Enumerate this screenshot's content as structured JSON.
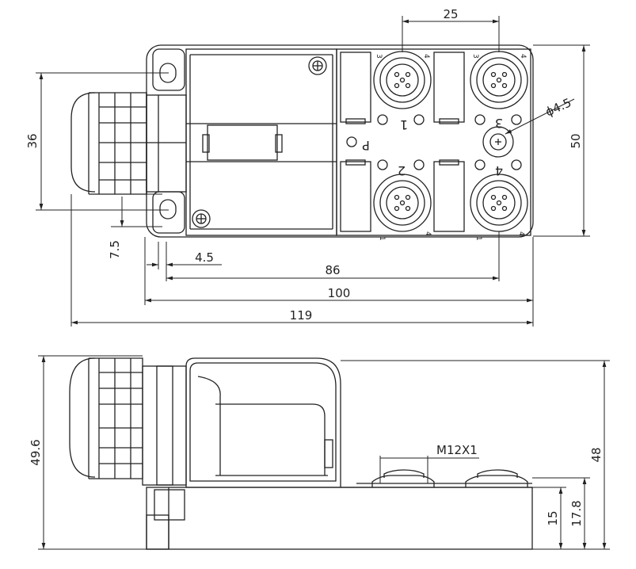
{
  "drawing": {
    "top_view": {
      "dims": {
        "d25": "25",
        "d36": "36",
        "d50": "50",
        "d7_5": "7.5",
        "d4_5": "4.5",
        "d86": "86",
        "d100": "100",
        "d119": "119",
        "hole": "ϕ4.5"
      },
      "port_numbers": [
        "1",
        "2",
        "3",
        "4"
      ],
      "pe_label": "P",
      "pin_labels": [
        "3",
        "4",
        "1"
      ]
    },
    "side_view": {
      "dims": {
        "d49_6": "49.6",
        "d48": "48",
        "d15": "15",
        "d17_8": "17.8",
        "thread": "M12X1"
      }
    }
  }
}
